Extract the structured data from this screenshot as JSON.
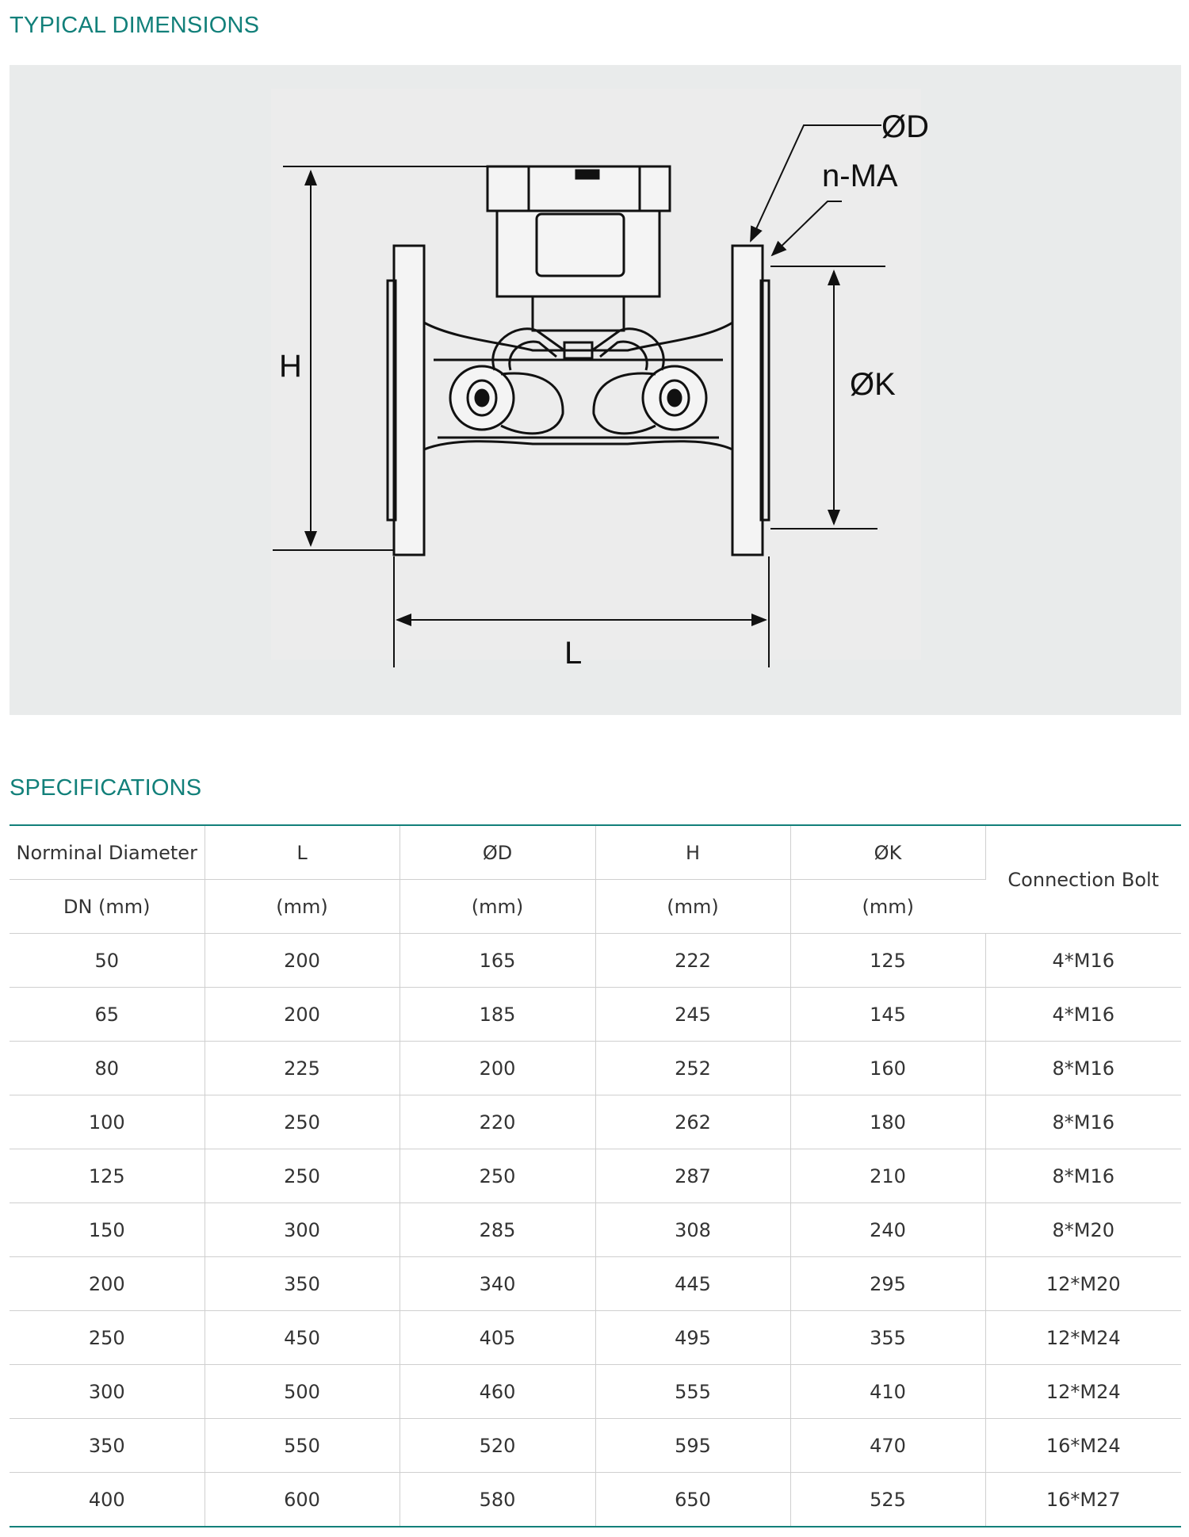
{
  "sections": {
    "dimensions_title": "TYPICAL DIMENSIONS",
    "specifications_title": "SPECIFICATIONS"
  },
  "diagram": {
    "labels": {
      "H": "H",
      "L": "L",
      "D": "ØD",
      "nMA": "n-MA",
      "K": "ØK"
    }
  },
  "table": {
    "header_row1": [
      "Norminal Diameter",
      "L",
      "ØD",
      "H",
      "ØK"
    ],
    "header_row2": [
      "DN (mm)",
      "(mm)",
      "(mm)",
      "(mm)",
      "(mm)"
    ],
    "header_last": "Connection Bolt",
    "rows": [
      [
        "50",
        "200",
        "165",
        "222",
        "125",
        "4*M16"
      ],
      [
        "65",
        "200",
        "185",
        "245",
        "145",
        "4*M16"
      ],
      [
        "80",
        "225",
        "200",
        "252",
        "160",
        "8*M16"
      ],
      [
        "100",
        "250",
        "220",
        "262",
        "180",
        "8*M16"
      ],
      [
        "125",
        "250",
        "250",
        "287",
        "210",
        "8*M16"
      ],
      [
        "150",
        "300",
        "285",
        "308",
        "240",
        "8*M20"
      ],
      [
        "200",
        "350",
        "340",
        "445",
        "295",
        "12*M20"
      ],
      [
        "250",
        "450",
        "405",
        "495",
        "355",
        "12*M24"
      ],
      [
        "300",
        "500",
        "460",
        "555",
        "410",
        "12*M24"
      ],
      [
        "350",
        "550",
        "520",
        "595",
        "470",
        "16*M24"
      ],
      [
        "400",
        "600",
        "580",
        "650",
        "525",
        "16*M27"
      ]
    ]
  },
  "colors": {
    "accent": "#12807a",
    "panel_background": "#e9ebeb",
    "grid_line": "#cfcfcf"
  }
}
